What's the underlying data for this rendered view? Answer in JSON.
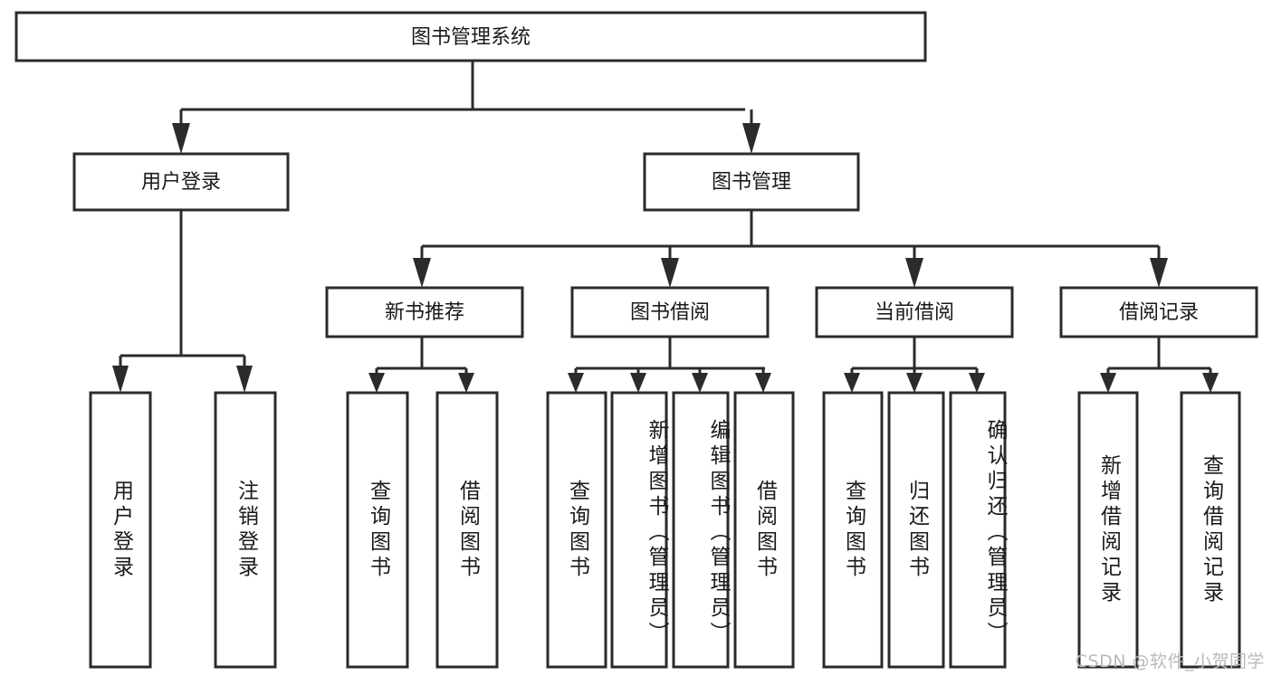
{
  "diagram": {
    "type": "tree-hierarchy",
    "title": "图书管理系统",
    "orientation": "top-down",
    "colors": {
      "stroke": "#2b2b2b",
      "box_fill": "#ffffff",
      "text": "#1a1a1a",
      "background": "#ffffff",
      "watermark": "#b9b9b9"
    },
    "root": {
      "label": "图书管理系统"
    },
    "level2": [
      {
        "label": "用户登录"
      },
      {
        "label": "图书管理"
      }
    ],
    "level3": [
      {
        "label": "新书推荐"
      },
      {
        "label": "图书借阅"
      },
      {
        "label": "当前借阅"
      },
      {
        "label": "借阅记录"
      }
    ],
    "leaves": {
      "user_login": [
        {
          "label": "用户登录"
        },
        {
          "label": "注销登录"
        }
      ],
      "new_book": [
        {
          "label": "查询图书"
        },
        {
          "label": "借阅图书"
        }
      ],
      "book_borrow": [
        {
          "label": "查询图书"
        },
        {
          "label": "新增图书（管理员）"
        },
        {
          "label": "编辑图书（管理员）"
        },
        {
          "label": "借阅图书"
        }
      ],
      "current_borrow": [
        {
          "label": "查询图书"
        },
        {
          "label": "归还图书"
        },
        {
          "label": "确认归还（管理员）"
        }
      ],
      "borrow_record": [
        {
          "label": "新增借阅记录"
        },
        {
          "label": "查询借阅记录"
        }
      ]
    }
  },
  "watermark": {
    "text": "CSDN @软件_小贺同学"
  }
}
